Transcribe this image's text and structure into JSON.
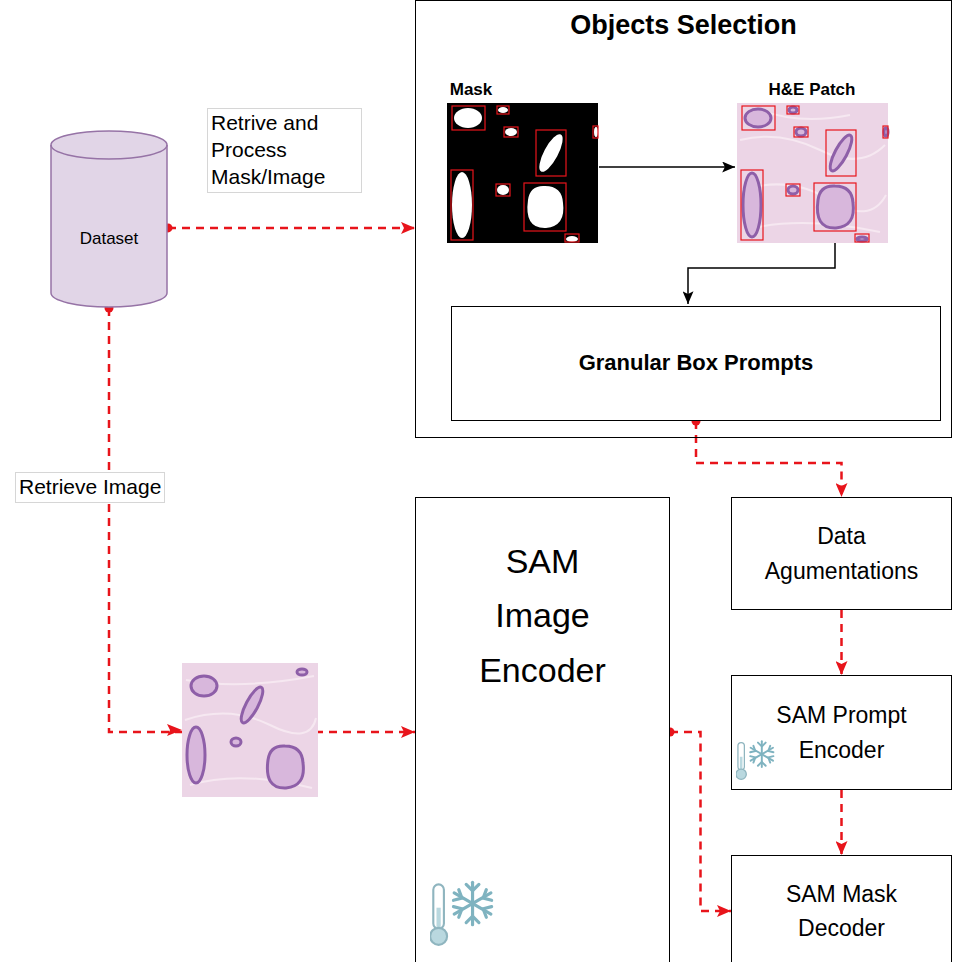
{
  "diagram": {
    "nodes": [
      {
        "text": [
          "Dataset"
        ]
      },
      {
        "text": [
          "Objects Selection"
        ]
      },
      {
        "text": [
          "Granular Box Prompts"
        ],
        "in": 1
      },
      {
        "text": [
          "SAM Image Encoder"
        ]
      },
      {
        "text": [
          "Data Agumentations"
        ]
      },
      {
        "text": [
          "SAM Prompt Encoder"
        ]
      },
      {
        "text": [
          "SAM Mask Decoder"
        ]
      }
    ],
    "edges": [
      {
        "from": 0,
        "to": 1,
        "arrow": "to",
        "label": "Retrive and Process Mask/Image"
      },
      {
        "from": 0,
        "to": 3,
        "arrow": "to",
        "label": "Retrieve Image"
      },
      {
        "from": 2,
        "to": 4,
        "arrow": "to"
      },
      {
        "from": 4,
        "to": 5,
        "arrow": "to"
      },
      {
        "from": 5,
        "to": 6,
        "arrow": "to"
      },
      {
        "from": 3,
        "to": 6,
        "arrow": "to"
      }
    ],
    "labels": [
      "Mask",
      "H&E Patch"
    ]
  }
}
